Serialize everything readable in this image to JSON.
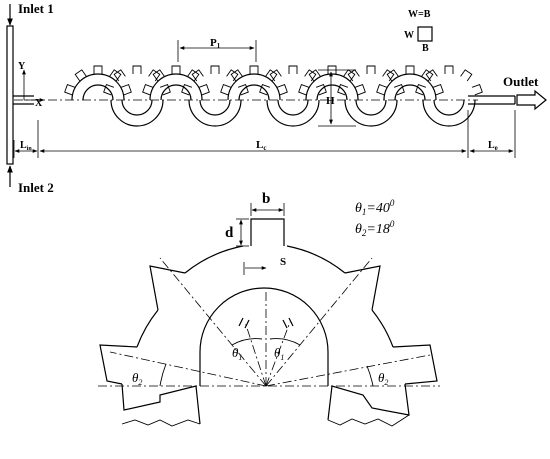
{
  "top": {
    "inlet1": "Inlet 1",
    "inlet2": "Inlet 2",
    "outlet": "Outlet",
    "axis_y": "Y",
    "axis_x": "X",
    "pitch": "P",
    "pitch_sub": "1",
    "height": "H",
    "lin": "L",
    "lin_sub": "in",
    "lc": "L",
    "lc_sub": "c",
    "lout": "L",
    "lout_sub": "e",
    "wb_eq": "W=B",
    "w": "W",
    "b": "B"
  },
  "bottom": {
    "b": "b",
    "d": "d",
    "s": "S",
    "theta_sym": "θ",
    "theta1_sub": "1",
    "theta2_sub": "2",
    "theta1_value": "=40",
    "theta2_value": "=18",
    "degree": "0"
  }
}
